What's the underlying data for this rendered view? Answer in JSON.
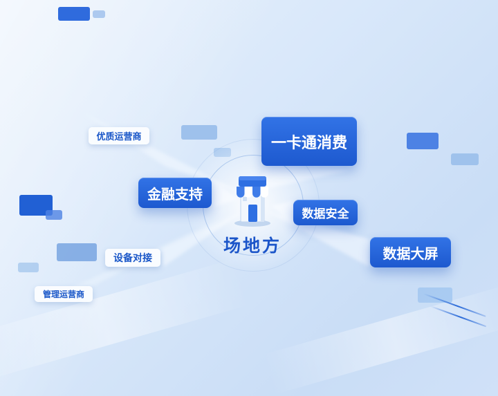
{
  "center": {
    "label": "场地方",
    "icon": "storefront-icon"
  },
  "nodes": [
    {
      "label": "优质运营商",
      "style": "light"
    },
    {
      "label": "一卡通消费",
      "style": "primary"
    },
    {
      "label": "金融支持",
      "style": "primary"
    },
    {
      "label": "数据安全",
      "style": "primary"
    },
    {
      "label": "数据大屏",
      "style": "primary"
    },
    {
      "label": "设备对接",
      "style": "light"
    },
    {
      "label": "管理运营商",
      "style": "light"
    }
  ],
  "colors": {
    "primary_button_top": "#3273e6",
    "primary_button_bottom": "#1d59cf",
    "light_label_text": "#1a57c8",
    "center_label_text": "#1b55c9",
    "background_light": "#d9e8fa",
    "decor_dark_blue": "#2160d4",
    "decor_light_blue": "#93bae9"
  }
}
